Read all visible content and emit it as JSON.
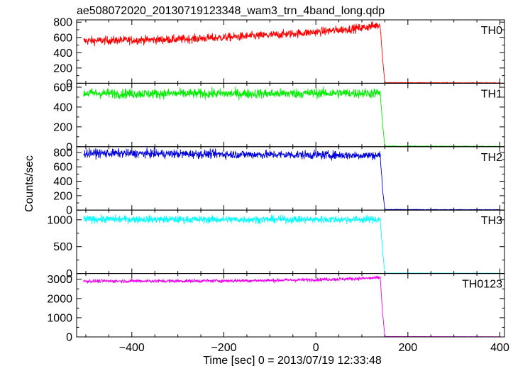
{
  "chart_data": {
    "type": "line",
    "title": "ae508072020_20130719123348_wam3_trn_4band_long.qdp",
    "xlabel": "Time [sec] 0 = 2013/07/19 12:33:48",
    "ylabel": "Counts/sec",
    "xlim": [
      -520,
      410
    ],
    "xticks": [
      "−400",
      "−200",
      "0",
      "200",
      "400"
    ],
    "xtick_values": [
      -400,
      -200,
      0,
      200,
      400
    ],
    "grid": false,
    "legend": "none",
    "data_start": -505,
    "drop_time": 145,
    "data_end": 400,
    "panels": [
      {
        "name": "TH0",
        "color": "#ff0000",
        "ylim": [
          0,
          830
        ],
        "yticks": [
          "0",
          "200",
          "400",
          "600",
          "800"
        ],
        "ytick_values": [
          0,
          200,
          400,
          600,
          800
        ],
        "x": [
          -505,
          -400,
          -300,
          -200,
          -100,
          0,
          100,
          140,
          145,
          150,
          400
        ],
        "y": [
          555,
          565,
          575,
          600,
          630,
          670,
          725,
          765,
          320,
          8,
          5
        ],
        "noise": 28
      },
      {
        "name": "TH1",
        "color": "#00ee00",
        "ylim": [
          0,
          640
        ],
        "yticks": [
          "0",
          "200",
          "400",
          "600"
        ],
        "ytick_values": [
          0,
          200,
          400,
          600
        ],
        "x": [
          -505,
          -400,
          -300,
          -200,
          -100,
          0,
          100,
          140,
          145,
          150,
          400
        ],
        "y": [
          540,
          535,
          535,
          535,
          535,
          540,
          540,
          540,
          220,
          5,
          3
        ],
        "noise": 25
      },
      {
        "name": "TH2",
        "color": "#0000dd",
        "ylim": [
          0,
          880
        ],
        "yticks": [
          "0",
          "200",
          "400",
          "600",
          "800"
        ],
        "ytick_values": [
          0,
          200,
          400,
          600,
          800
        ],
        "x": [
          -505,
          -400,
          -300,
          -200,
          -100,
          0,
          100,
          140,
          145,
          150,
          400
        ],
        "y": [
          790,
          785,
          780,
          775,
          770,
          765,
          760,
          760,
          280,
          8,
          5
        ],
        "noise": 30
      },
      {
        "name": "TH3",
        "color": "#00ffff",
        "ylim": [
          0,
          1180
        ],
        "yticks": [
          "0",
          "500",
          "1000"
        ],
        "ytick_values": [
          0,
          500,
          1000
        ],
        "x": [
          -505,
          -400,
          -300,
          -200,
          -100,
          0,
          100,
          140,
          145,
          150,
          400
        ],
        "y": [
          1010,
          1010,
          1005,
          1005,
          1005,
          1005,
          1005,
          1005,
          420,
          8,
          5
        ],
        "noise": 35
      },
      {
        "name": "TH0123",
        "color": "#ee00ee",
        "ylim": [
          0,
          3300
        ],
        "yticks": [
          "0",
          "1000",
          "2000",
          "3000"
        ],
        "ytick_values": [
          0,
          1000,
          2000,
          3000
        ],
        "x": [
          -505,
          -400,
          -300,
          -200,
          -100,
          0,
          100,
          140,
          145,
          150,
          400
        ],
        "y": [
          2900,
          2910,
          2910,
          2920,
          2940,
          2980,
          3040,
          3080,
          1250,
          20,
          10
        ],
        "noise": 45
      }
    ]
  }
}
